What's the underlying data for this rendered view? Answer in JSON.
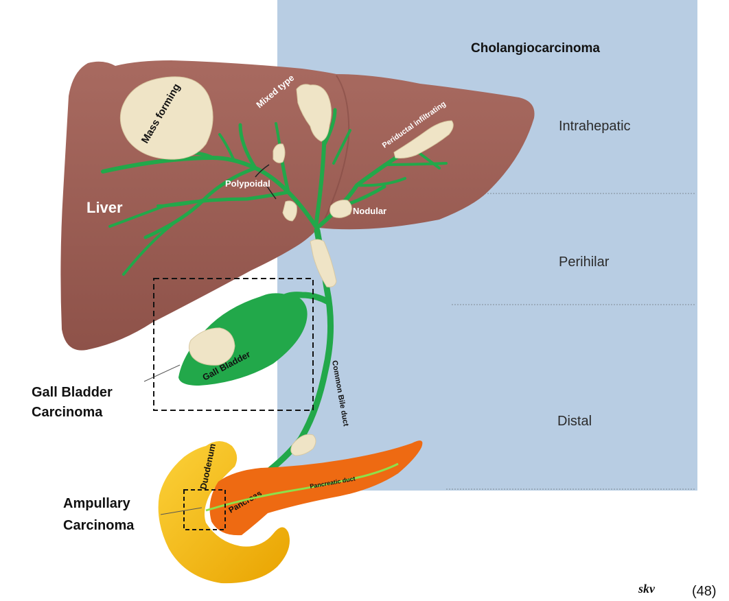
{
  "header": {
    "title": "Cholangiocarcinoma"
  },
  "levels": {
    "intrahepatic": "Intrahepatic",
    "perihilar": "Perihilar",
    "distal": "Distal"
  },
  "organs": {
    "liver": "Liver",
    "gall_bladder": "Gall Bladder",
    "common_bile_duct": "Common Bile duct",
    "duodenum": "Duodenum",
    "pancreas": "Pancreas",
    "pancreatic_duct": "Pancreatic duct"
  },
  "tumor_types": {
    "mass_forming": "Mass forming",
    "mixed_type": "Mixed type",
    "periductal": "Periductal infiltrating",
    "polypoidal": "Polypoidal",
    "nodular": "Nodular"
  },
  "callouts": {
    "gall_bladder_carcinoma_line1": "Gall Bladder",
    "gall_bladder_carcinoma_line2": "Carcinoma",
    "ampullary_carcinoma_line1": "Ampullary",
    "ampullary_carcinoma_line2": "Carcinoma"
  },
  "signature": "skv",
  "reference": "(48)",
  "colors": {
    "background_panel": "#b8cde3",
    "liver": "#9b5d54",
    "bile_duct": "#22a84a",
    "tumor": "#efe4c6",
    "duodenum": "#f5b90f",
    "pancreas": "#ee6a12",
    "pancreatic_duct": "#8ee04a"
  }
}
